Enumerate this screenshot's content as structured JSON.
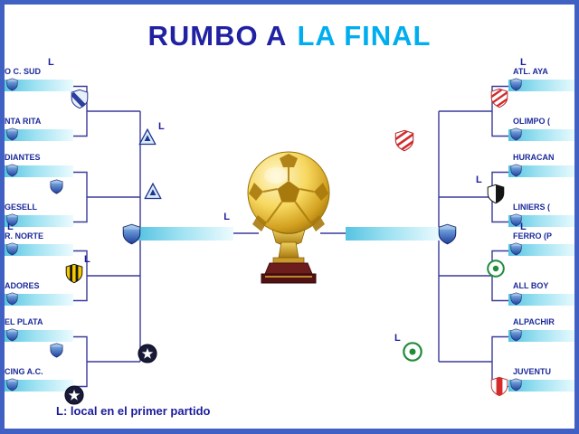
{
  "title": {
    "part1": "RUMBO A",
    "part2": "LA FINAL"
  },
  "legend_text": "L: local en el primer partido",
  "local_marker": "L",
  "colors": {
    "border": "#4060c4",
    "title_primary": "#2121a3",
    "title_accent": "#00aeef",
    "team_text": "#1b2a9b",
    "bracket_line": "#3a3a99",
    "bar_cyan": "#56c3e2",
    "trophy_gold": "#d2a01f",
    "trophy_base_maroon": "#6e1d1d"
  },
  "left_bracket": {
    "teams": [
      {
        "name": "O C. SUD",
        "local": "L"
      },
      {
        "name": "NTA RITA"
      },
      {
        "name": "DIANTES"
      },
      {
        "name": "GESELL"
      },
      {
        "name": "R. NORTE",
        "local": "L"
      },
      {
        "name": "ADORES"
      },
      {
        "name": "EL PLATA"
      },
      {
        "name": "CING A.C."
      }
    ]
  },
  "right_bracket": {
    "teams": [
      {
        "name": "ATL. AYA",
        "local": "L"
      },
      {
        "name": "OLIMPO ("
      },
      {
        "name": "HURACAN"
      },
      {
        "name": "LINIERS ("
      },
      {
        "name": "FERRO (P",
        "local": "L"
      },
      {
        "name": "ALL BOY"
      },
      {
        "name": "ALPACHIR"
      },
      {
        "name": "JUVENTU"
      }
    ]
  },
  "icons": {
    "team_slot_icon": "blue-shield-icon",
    "finalist_slot_icon": "blue-shield-icon",
    "trophy_icon": "golden-soccer-ball-trophy",
    "crests": {
      "left_round1_top_winner": "blue-sash-crest",
      "left_round2_top_a": "triangle-crest",
      "left_round2_top_b": "triangle-crest",
      "left_round1_third_winner": "yellow-black-striped-crest",
      "left_round2_bottom": "star-circle-crest",
      "left_round1_bottom_winner": "star-circle-crest",
      "right_round1_top_winner": "red-diagonal-crest",
      "right_round2_top": "red-diagonal-crest",
      "right_round1_second_winner": "black-white-crest",
      "right_round1_third_winner": "green-circle-crest",
      "right_round2_bottom": "green-circle-crest",
      "right_round1_bottom_winner": "red-white-crest"
    }
  }
}
